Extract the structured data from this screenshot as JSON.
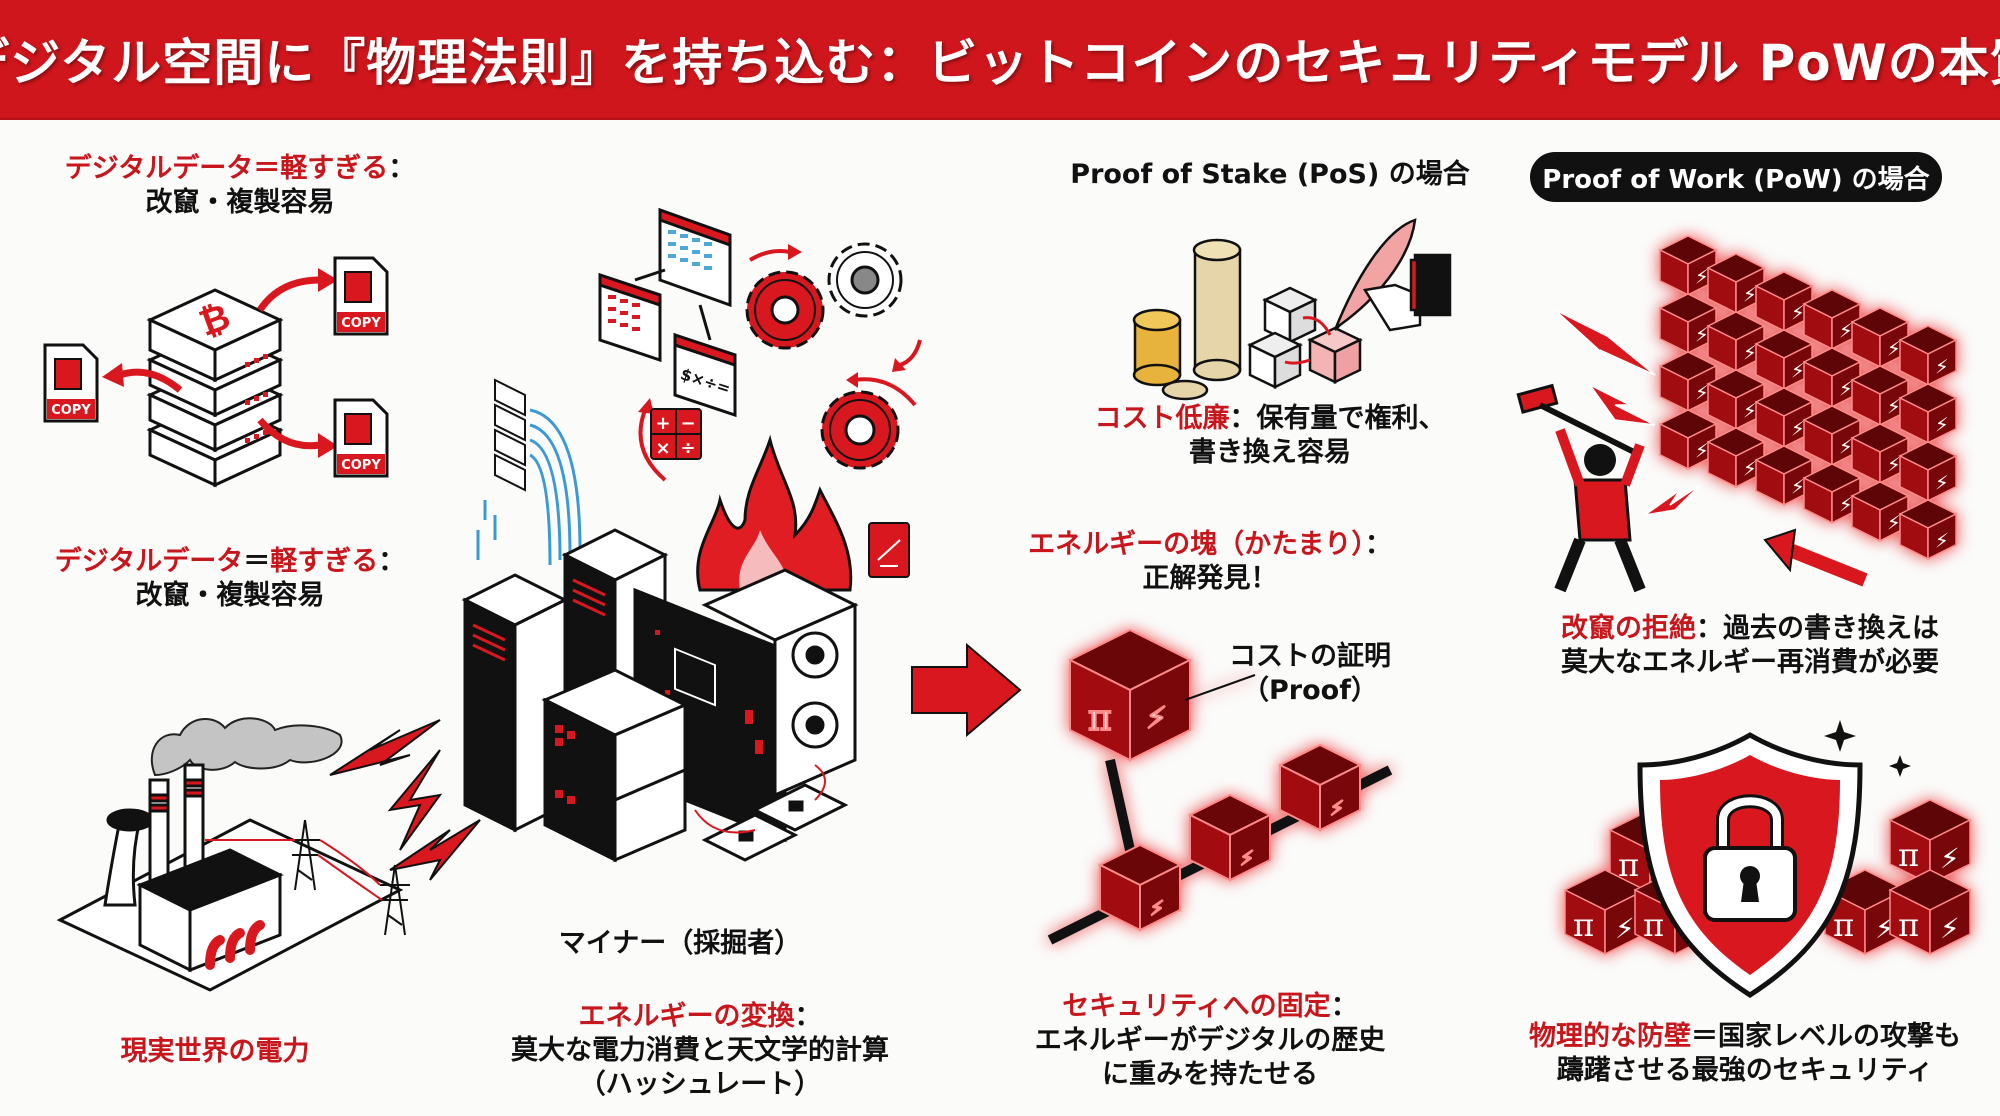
{
  "header": {
    "title": "デジタル空間に『物理法則』を持ち込む：ビットコインのセキュリティモデル PoWの本質"
  },
  "colors": {
    "accent_red": "#cf161c",
    "text_red": "#c8161d",
    "text_dark": "#111111",
    "pill_bg": "#111111",
    "background": "#fbfbfa"
  },
  "left_column": {
    "top_caption": {
      "red": "デジタルデータ＝軽すぎる",
      "colon": "：",
      "black": "改竄・複製容易"
    },
    "copy_badge": "COPY",
    "mid_caption": {
      "red": "デジタルデータ",
      "eq": "＝",
      "red2": "軽すぎる",
      "colon": "：",
      "black": "改竄・複製容易"
    },
    "power_caption": "現実世界の電力"
  },
  "center_column": {
    "miner_label": "マイナー（採掘者）",
    "conversion_caption": {
      "red": "エネルギーの変換",
      "colon": "：",
      "line1": "莫大な電力消費と天文学的計算",
      "line2": "（ハッシュレート）"
    },
    "calc_symbols": {
      "plus": "+",
      "minus": "−",
      "times": "×",
      "divide": "÷",
      "formula": "$×÷="
    }
  },
  "middle_right_column": {
    "pos_heading": "Proof of Stake (PoS) の場合",
    "pos_caption": {
      "red": "コスト低廉",
      "black1": "：保有量で権利、",
      "black2": "書き換え容易"
    },
    "energy_caption": {
      "red": "エネルギーの塊（かたまり）",
      "colon": "：",
      "black": "正解発見！"
    },
    "proof_label": {
      "line1": "コストの証明",
      "line2": "（Proof）"
    },
    "block_symbols": {
      "pi": "π",
      "bolt": "⚡"
    },
    "security_caption": {
      "red": "セキュリティへの固定",
      "colon": "：",
      "line1": "エネルギーがデジタルの歴史",
      "line2": "に重みを持たせる"
    }
  },
  "right_column": {
    "pow_heading": "Proof of Work (PoW) の場合",
    "tamper_caption": {
      "red": "改竄の拒絶",
      "black1": "：過去の書き換えは",
      "black2": "莫大なエネルギー再消費が必要"
    },
    "defense_caption": {
      "red": "物理的な防壁",
      "black1": "＝国家レベルの攻撃も",
      "black2": "躊躇させる最強のセキュリティ"
    }
  }
}
